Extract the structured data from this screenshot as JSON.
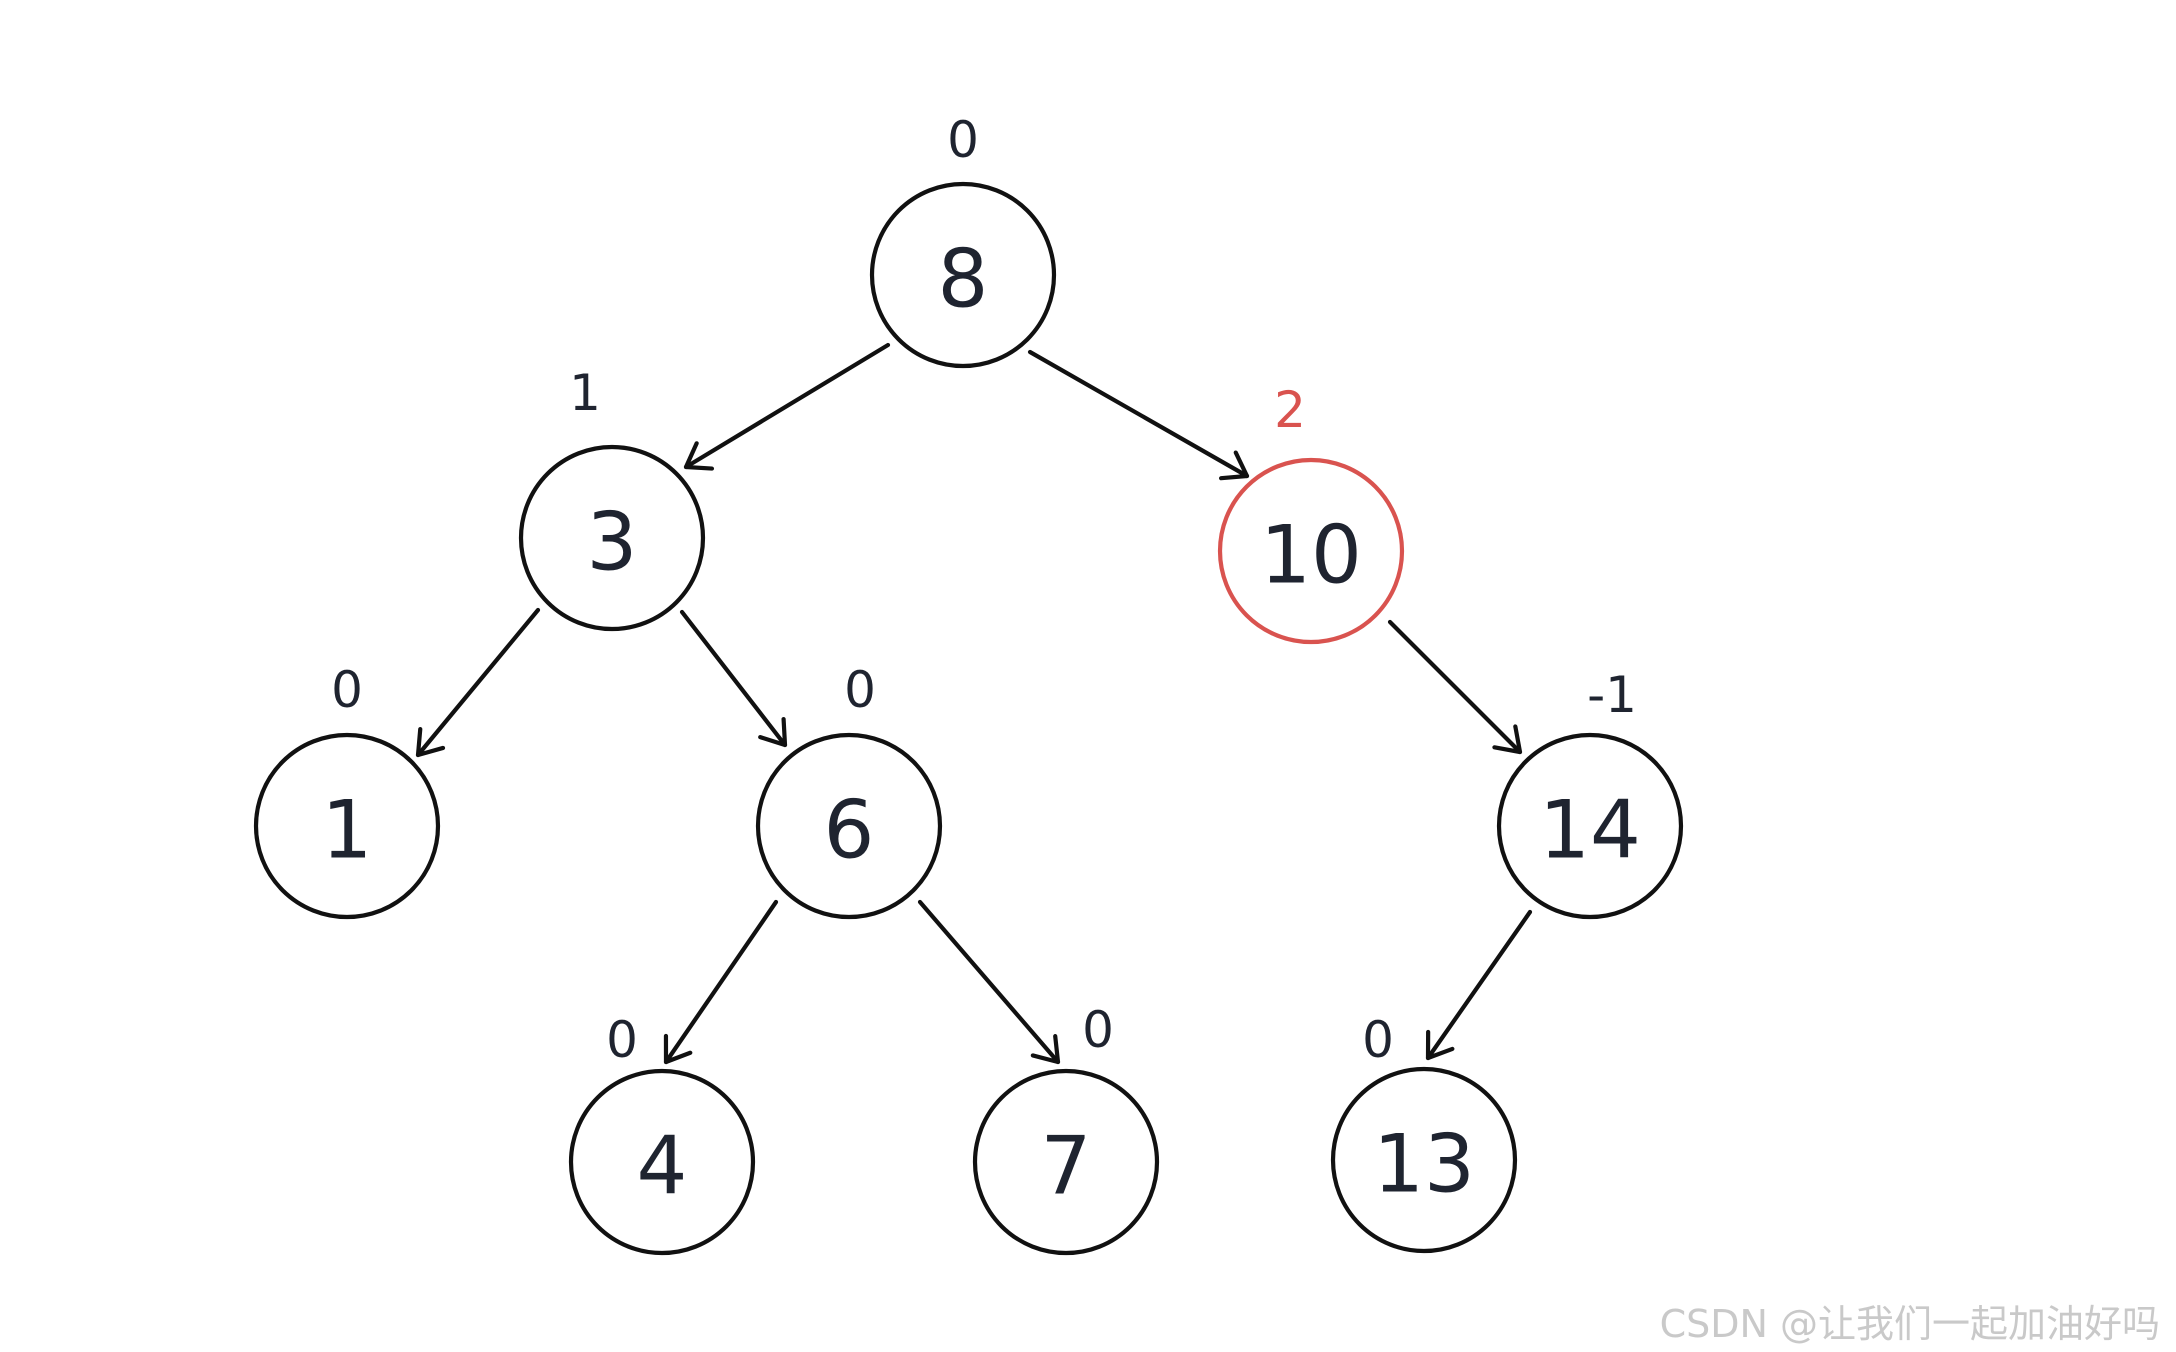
{
  "tree": {
    "nodes": [
      {
        "id": "n8",
        "value": "8",
        "balance_factor": "0",
        "highlight": false
      },
      {
        "id": "n3",
        "value": "3",
        "balance_factor": "1",
        "highlight": false
      },
      {
        "id": "n10",
        "value": "10",
        "balance_factor": "2",
        "highlight": true
      },
      {
        "id": "n1",
        "value": "1",
        "balance_factor": "0",
        "highlight": false
      },
      {
        "id": "n6",
        "value": "6",
        "balance_factor": "0",
        "highlight": false
      },
      {
        "id": "n14",
        "value": "14",
        "balance_factor": "-1",
        "highlight": false
      },
      {
        "id": "n4",
        "value": "4",
        "balance_factor": "0",
        "highlight": false
      },
      {
        "id": "n7",
        "value": "7",
        "balance_factor": "0",
        "highlight": false
      },
      {
        "id": "n13",
        "value": "13",
        "balance_factor": "0",
        "highlight": false
      }
    ],
    "edges": [
      {
        "from": "n8",
        "to": "n3"
      },
      {
        "from": "n8",
        "to": "n10"
      },
      {
        "from": "n3",
        "to": "n1"
      },
      {
        "from": "n3",
        "to": "n6"
      },
      {
        "from": "n10",
        "to": "n14"
      },
      {
        "from": "n6",
        "to": "n4"
      },
      {
        "from": "n6",
        "to": "n7"
      },
      {
        "from": "n14",
        "to": "n13"
      }
    ]
  },
  "colors": {
    "node_stroke": "#111111",
    "highlight": "#d9534f",
    "text": "#1f2430",
    "watermark": "#c9c9c9"
  },
  "watermark": "CSDN @让我们一起加油好吗"
}
